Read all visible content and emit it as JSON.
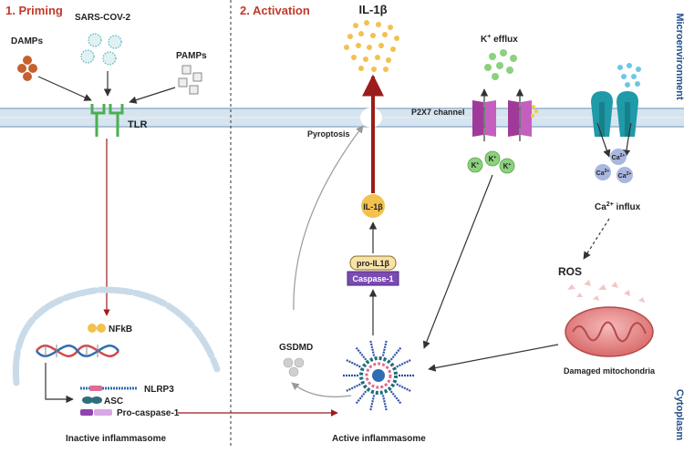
{
  "sections": {
    "priming": "1. Priming",
    "activation": "2. Activation"
  },
  "side_labels": {
    "top": "Microenvironment",
    "bottom": "Cytoplasm"
  },
  "labels": {
    "damps": "DAMPs",
    "sars": "SARS-COV-2",
    "pamps": "PAMPs",
    "tlr": "TLR",
    "il1b_top": "IL-1β",
    "k_efflux_main": "K",
    "k_efflux_sup": "+",
    "k_efflux_rest": " efflux",
    "p2x7": "P2X7 channel",
    "pyroptosis": "Pyroptosis",
    "k_ion": "K",
    "k_ion_sup": "+",
    "ca_ion": "Ca",
    "ca_ion_sup": "2+",
    "ca_influx_main": "Ca",
    "ca_influx_sup": "2+",
    "ca_influx_rest": " influx",
    "il1b_circle": "IL-1β",
    "pro_il1b": "pro-IL1β",
    "caspase": "Caspase-1",
    "ros": "ROS",
    "gsdmd": "GSDMD",
    "nfkb": "NFkB",
    "nlrp3": "NLRP3",
    "asc": "ASC",
    "pro_caspase": "Pro-caspase-1",
    "inactive": "Inactive inflammasome",
    "active": "Active inflammasome",
    "damaged_mito": "Damaged mitochondria"
  },
  "colors": {
    "section_title": "#c0392b",
    "side_label": "#1f4e8c",
    "membrane": "#c9dbe8",
    "membrane_line": "#aac4d8",
    "tlr": "#4caf50",
    "arrow_red": "#9b1c1c",
    "p2x7": "#a03a9a",
    "channel_teal": "#1f9aa8",
    "k_ion": "#8cd17d",
    "ca_ion": "#a9b7e0",
    "il1b": "#f2c14e",
    "caspase": "#7b4bb5",
    "damps": "#c4612f",
    "mito": "#e88d8d"
  },
  "icons": [
    "damps-cluster-icon",
    "sars-cov-2-virus-icon",
    "pamps-squares-icon",
    "tlr-receptor-icon",
    "il1b-particles-icon",
    "p2x7-channel-icon",
    "calcium-channel-icon",
    "nucleus-icon",
    "dna-helix-icon",
    "inflammasome-icon",
    "mitochondria-icon"
  ]
}
